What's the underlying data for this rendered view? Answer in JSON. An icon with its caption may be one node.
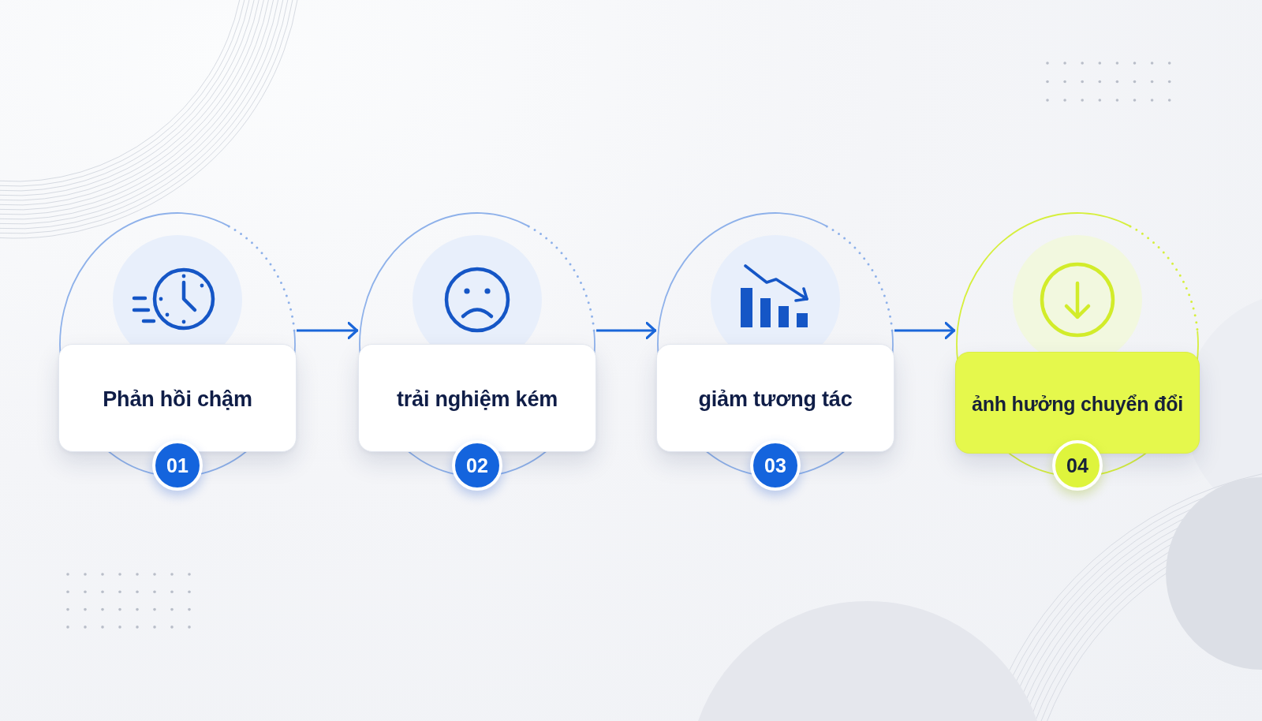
{
  "diagram": {
    "nodes": [
      {
        "text": [
          "Phản hồi chậm",
          "01"
        ]
      },
      {
        "text": [
          "trải nghiệm kém",
          "02"
        ]
      },
      {
        "text": [
          "giảm tương tác",
          "03"
        ]
      },
      {
        "text": [
          "ảnh hưởng chuyển đổi",
          "04"
        ]
      }
    ],
    "edges": [
      {
        "from": 0,
        "to": 1,
        "arrow": "to"
      },
      {
        "from": 1,
        "to": 2,
        "arrow": "to"
      },
      {
        "from": 2,
        "to": 3,
        "arrow": "to"
      }
    ]
  }
}
